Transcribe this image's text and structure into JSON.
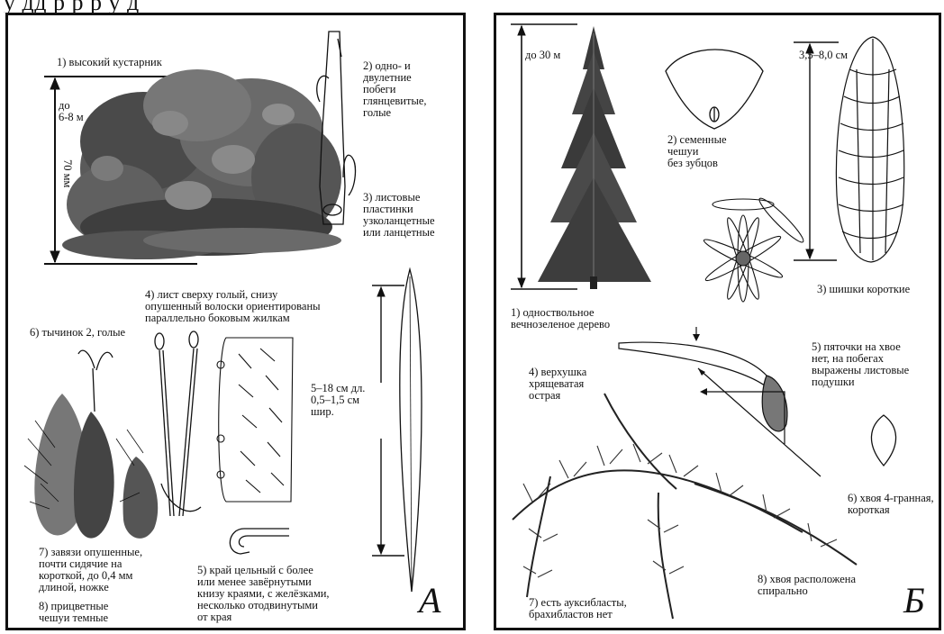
{
  "top_strip": "у дд р р р у д",
  "panel_a": {
    "letter": "А",
    "labels": {
      "l1": "1) высокий кустарник",
      "height": "до\n6-8 м",
      "scale_marker": "70 мм",
      "l2": "2) одно- и\nдвулетние\nпобеги\nглянцевитые,\nголые",
      "l3": "3) листовые\nпластинки\nузколанцетные\nили ланцетные",
      "l4": "4) лист сверху голый, снизу\nопушенный волоски ориентированы\nпараллельно боковым жилкам",
      "l6": "6) тычинок 2, голые",
      "leaf_size": "5–18 см дл.\n0,5–1,5 см\nшир.",
      "l7": "7) завязи опушенные,\nпочти сидячие на\nкороткой, до 0,4 мм\nдлиной, ножке",
      "l8": "8) прицветные\nчешуи темные",
      "l5": "5) край цельный с более\nили менее завёрнутыми\nкнизу краями, с желёзками,\nнесколько отодвинутыми\nот края"
    }
  },
  "panel_b": {
    "letter": "Б",
    "labels": {
      "height": "до 30 м",
      "l2": "2) семенные\nчешуи\nбез зубцов",
      "cone_size": "3,5–8,0 см",
      "l3": "3) шишки короткие",
      "l1": "1) одноствольное\nвечнозеленое дерево",
      "l4": "4) верхушка\nхрящеватая\nострая",
      "l5": "5) пяточки на хвое\nнет, на побегах\nвыражены листовые\nподушки",
      "l6": "6) хвоя 4-гранная,\nкороткая",
      "l8": "8) хвоя расположена\nспирально",
      "l7": "7) есть ауксибласты,\nбрахибластов нет"
    }
  }
}
